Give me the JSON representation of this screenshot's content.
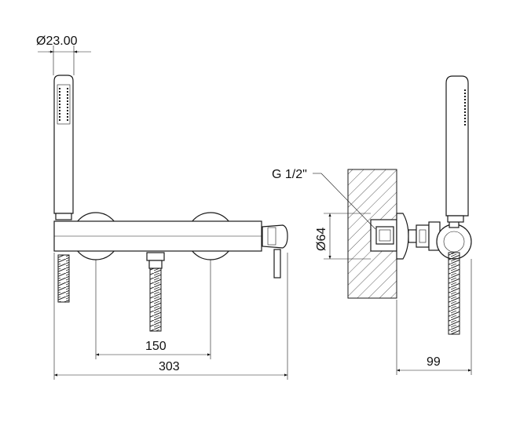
{
  "dimensions": {
    "handshower_diameter": "Ø23.00",
    "connection_thread": "G 1/2\"",
    "wall_plate_diameter": "Ø64",
    "center_distance": "150",
    "overall_width": "303",
    "projection_depth": "99"
  }
}
